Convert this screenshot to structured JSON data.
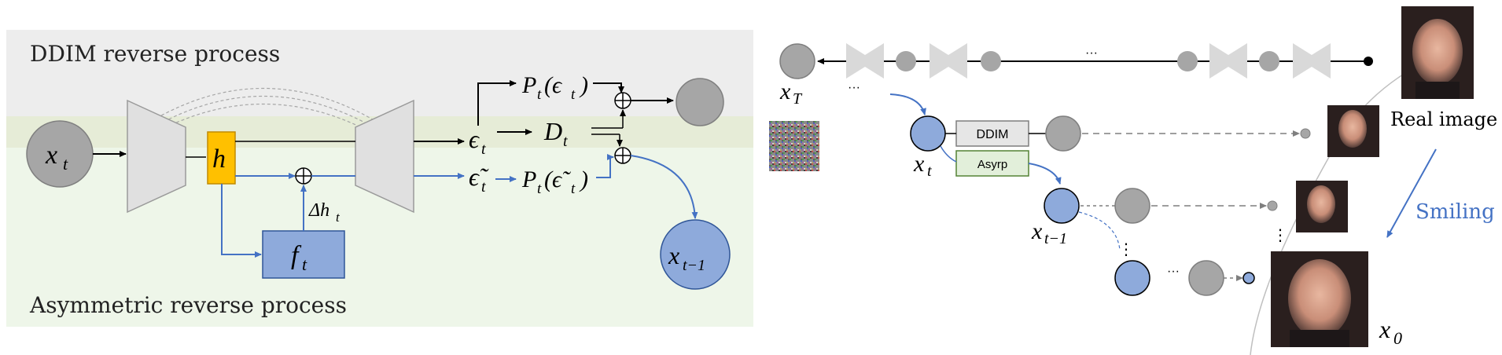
{
  "left_panel": {
    "top_label": "DDIM reverse process",
    "bottom_label": "Asymmetric reverse process",
    "node_xt": "x",
    "node_xt_sub": "t",
    "node_h": "h",
    "node_ft": "f",
    "node_ft_sub": "t",
    "delta_h": "Δh",
    "delta_h_sub": "t",
    "eps": "ϵ",
    "eps_sub": "t",
    "eps_tilde": "ϵ̃",
    "eps_tilde_sub": "t",
    "pt_eps": "P",
    "pt_eps_args": "(ϵ",
    "pt_eps_args_sub": "t",
    "pt_eps_close": ")",
    "dt": "D",
    "dt_sub": "t",
    "pt_eps_tilde": "P",
    "pt_eps_tilde_args": "(ϵ̃",
    "pt_eps_tilde_sub": "t",
    "pt_eps_tilde_close": ")",
    "node_xt1": "x",
    "node_xt1_sub": "t−1",
    "pt_sub": "t"
  },
  "right_panel": {
    "xT": "x",
    "xT_sub": "T",
    "dots_top": "···",
    "dots_left": "···",
    "xt": "x",
    "xt_sub": "t",
    "ddim_box": "DDIM",
    "asyrp_box": "Asyrp",
    "xt1": "x",
    "xt1_sub": "t−1",
    "vdots": "⋮",
    "dots_bottom": "···",
    "real_image_label": "Real image",
    "smiling_label": "Smiling",
    "x0": "x",
    "x0_sub": "0"
  },
  "colors": {
    "blue_node": "#8eaadb",
    "gray_node": "#a6a6a6",
    "h_box": "#ffc000",
    "ddim_bg": "#ededed",
    "asym_bg": "#eef6e9",
    "band_bg": "#e6ecd7",
    "arrow_blue": "#4472c4",
    "asyrp_fill": "#e2efda",
    "asyrp_stroke": "#548235"
  }
}
